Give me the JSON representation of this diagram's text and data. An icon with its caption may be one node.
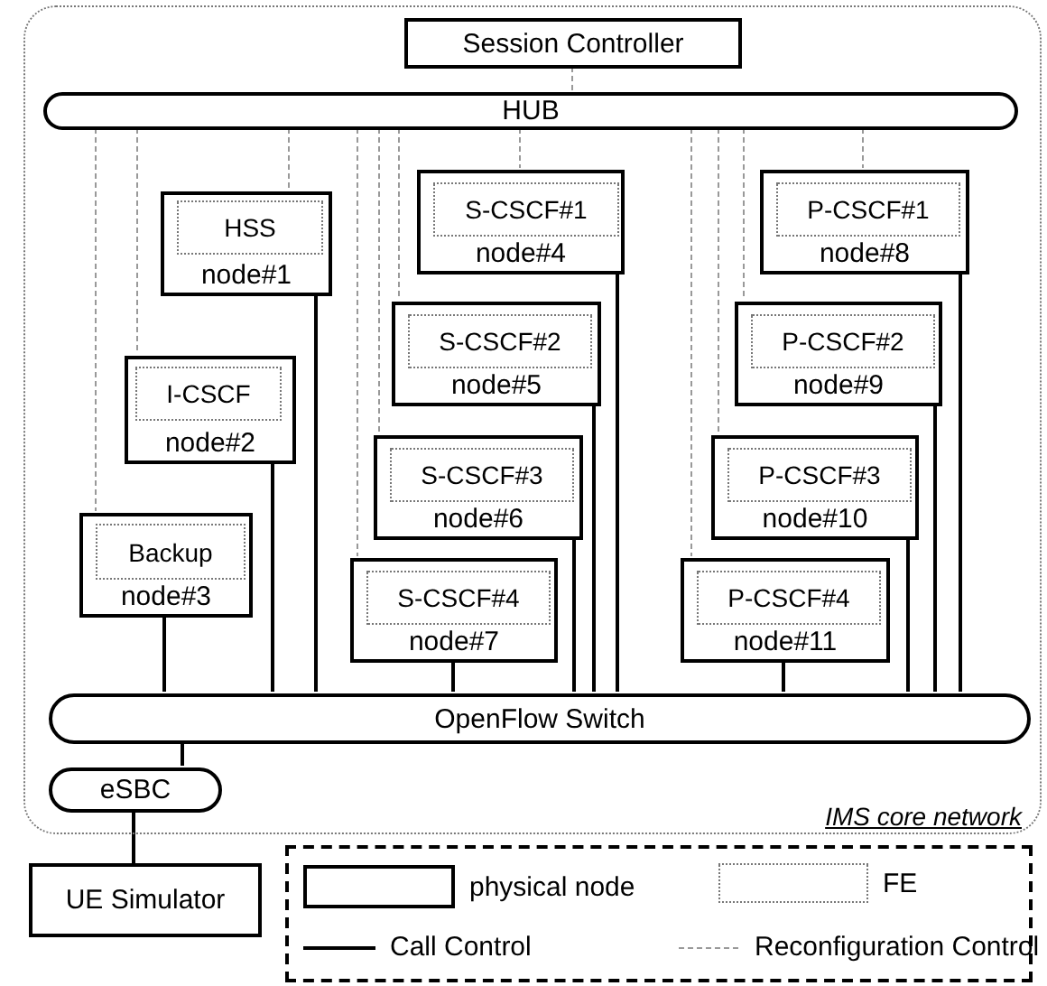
{
  "diagram": {
    "nodes": [
      {
        "text": [
          "IMS core network"
        ]
      },
      {
        "text": [
          "Session Controller"
        ],
        "in": 0
      },
      {
        "text": [
          "HUB"
        ],
        "in": 0
      },
      {
        "text": [
          "node#1"
        ],
        "in": 0
      },
      {
        "text": [
          "HSS"
        ],
        "in": 3
      },
      {
        "text": [
          "node#2"
        ],
        "in": 0
      },
      {
        "text": [
          "I-CSCF"
        ],
        "in": 5
      },
      {
        "text": [
          "node#3"
        ],
        "in": 0
      },
      {
        "text": [
          "Backup"
        ],
        "in": 7
      },
      {
        "text": [
          "node#4"
        ],
        "in": 0
      },
      {
        "text": [
          "S-CSCF#1"
        ],
        "in": 9
      },
      {
        "text": [
          "node#5"
        ],
        "in": 0
      },
      {
        "text": [
          "S-CSCF#2"
        ],
        "in": 11
      },
      {
        "text": [
          "node#6"
        ],
        "in": 0
      },
      {
        "text": [
          "S-CSCF#3"
        ],
        "in": 13
      },
      {
        "text": [
          "node#7"
        ],
        "in": 0
      },
      {
        "text": [
          "S-CSCF#4"
        ],
        "in": 15
      },
      {
        "text": [
          "node#8"
        ],
        "in": 0
      },
      {
        "text": [
          "P-CSCF#1"
        ],
        "in": 17
      },
      {
        "text": [
          "node#9"
        ],
        "in": 0
      },
      {
        "text": [
          "P-CSCF#2"
        ],
        "in": 19
      },
      {
        "text": [
          "node#10"
        ],
        "in": 0
      },
      {
        "text": [
          "P-CSCF#3"
        ],
        "in": 21
      },
      {
        "text": [
          "node#11"
        ],
        "in": 0
      },
      {
        "text": [
          "P-CSCF#4"
        ],
        "in": 23
      },
      {
        "text": [
          "OpenFlow Switch"
        ],
        "in": 0
      },
      {
        "text": [
          "eSBC"
        ],
        "in": 0
      },
      {
        "text": [
          "UE Simulator"
        ]
      }
    ],
    "edges": [
      {
        "from": 1,
        "to": 2,
        "arrow": "none",
        "style": "dashed",
        "color": "#999999"
      },
      {
        "from": 2,
        "to": 3,
        "arrow": "none",
        "style": "dashed",
        "color": "#999999"
      },
      {
        "from": 2,
        "to": 5,
        "arrow": "none",
        "style": "dashed",
        "color": "#999999"
      },
      {
        "from": 2,
        "to": 7,
        "arrow": "none",
        "style": "dashed",
        "color": "#999999"
      },
      {
        "from": 2,
        "to": 9,
        "arrow": "none",
        "style": "dashed",
        "color": "#999999"
      },
      {
        "from": 2,
        "to": 11,
        "arrow": "none",
        "style": "dashed",
        "color": "#999999"
      },
      {
        "from": 2,
        "to": 13,
        "arrow": "none",
        "style": "dashed",
        "color": "#999999"
      },
      {
        "from": 2,
        "to": 15,
        "arrow": "none",
        "style": "dashed",
        "color": "#999999"
      },
      {
        "from": 2,
        "to": 17,
        "arrow": "none",
        "style": "dashed",
        "color": "#999999"
      },
      {
        "from": 2,
        "to": 19,
        "arrow": "none",
        "style": "dashed",
        "color": "#999999"
      },
      {
        "from": 2,
        "to": 21,
        "arrow": "none",
        "style": "dashed",
        "color": "#999999"
      },
      {
        "from": 2,
        "to": 23,
        "arrow": "none",
        "style": "dashed",
        "color": "#999999"
      },
      {
        "from": 3,
        "to": 25,
        "arrow": "none"
      },
      {
        "from": 5,
        "to": 25,
        "arrow": "none"
      },
      {
        "from": 7,
        "to": 25,
        "arrow": "none"
      },
      {
        "from": 9,
        "to": 25,
        "arrow": "none"
      },
      {
        "from": 11,
        "to": 25,
        "arrow": "none"
      },
      {
        "from": 13,
        "to": 25,
        "arrow": "none"
      },
      {
        "from": 15,
        "to": 25,
        "arrow": "none"
      },
      {
        "from": 17,
        "to": 25,
        "arrow": "none"
      },
      {
        "from": 19,
        "to": 25,
        "arrow": "none"
      },
      {
        "from": 21,
        "to": 25,
        "arrow": "none"
      },
      {
        "from": 23,
        "to": 25,
        "arrow": "none"
      },
      {
        "from": 25,
        "to": 26,
        "arrow": "none"
      },
      {
        "from": 26,
        "to": 27,
        "arrow": "none"
      }
    ],
    "legend": [
      {
        "text": "physical node"
      },
      {
        "text": "FE"
      },
      {
        "text": "Call Control"
      },
      {
        "text": "Reconfiguration Control"
      }
    ]
  }
}
